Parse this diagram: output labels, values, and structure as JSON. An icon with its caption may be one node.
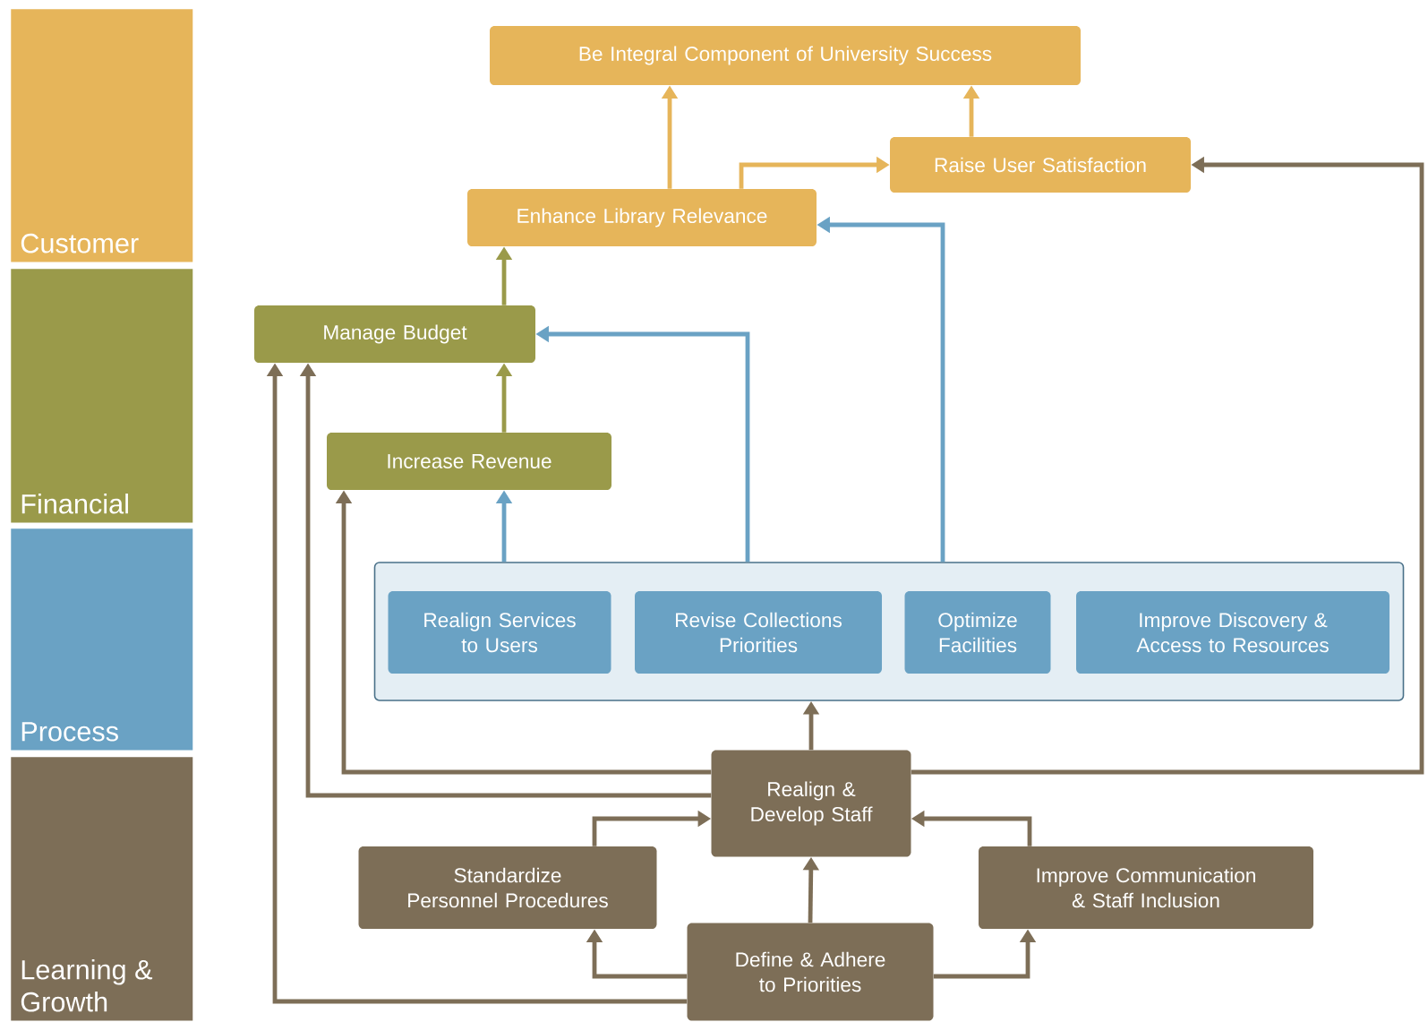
{
  "diagram": {
    "nodes": [
      {
        "text": [
          "Customer"
        ]
      },
      {
        "text": [
          "Financial"
        ]
      },
      {
        "text": [
          "Process"
        ]
      },
      {
        "text": [
          "Learning & Growth"
        ]
      },
      {
        "text": [
          "Be Integral Component of University Success"
        ]
      },
      {
        "text": [
          "Raise User Satisfaction"
        ]
      },
      {
        "text": [
          "Enhance Library Relevance"
        ]
      },
      {
        "text": [
          "Manage Budget"
        ]
      },
      {
        "text": [
          "Increase Revenue"
        ]
      },
      {
        "text": [],
        "shape": "box"
      },
      {
        "text": [
          "Realign Services to Users"
        ],
        "in": 9
      },
      {
        "text": [
          "Revise Collections Priorities"
        ],
        "in": 9
      },
      {
        "text": [
          "Optimize Facilities"
        ],
        "in": 9
      },
      {
        "text": [
          "Improve Discovery & Access to Resources"
        ],
        "in": 9
      },
      {
        "text": [
          "Realign & Develop Staff"
        ]
      },
      {
        "text": [
          "Standardize Personnel Procedures"
        ]
      },
      {
        "text": [
          "Improve Communication & Staff Inclusion"
        ]
      },
      {
        "text": [
          "Define & Adhere to Priorities"
        ]
      }
    ],
    "edges": [
      {
        "from": 6,
        "to": 4,
        "arrow": "to",
        "color": "#e6b55a"
      },
      {
        "from": 5,
        "to": 4,
        "arrow": "to",
        "color": "#e6b55a"
      },
      {
        "from": 6,
        "to": 5,
        "arrow": "to",
        "color": "#e6b55a"
      },
      {
        "from": 7,
        "to": 6,
        "arrow": "to",
        "color": "#9a9a4a"
      },
      {
        "from": 8,
        "to": 7,
        "arrow": "to",
        "color": "#9a9a4a"
      },
      {
        "from": 9,
        "to": 8,
        "arrow": "to",
        "color": "#6aa2c4"
      },
      {
        "from": 9,
        "to": 7,
        "arrow": "to",
        "color": "#6aa2c4"
      },
      {
        "from": 9,
        "to": 6,
        "arrow": "to",
        "color": "#6aa2c4"
      },
      {
        "from": 14,
        "to": 9,
        "arrow": "to"
      },
      {
        "from": 14,
        "to": 8,
        "arrow": "to"
      },
      {
        "from": 14,
        "to": 7,
        "arrow": "to"
      },
      {
        "from": 14,
        "to": 5,
        "arrow": "to"
      },
      {
        "from": 15,
        "to": 14,
        "arrow": "to"
      },
      {
        "from": 16,
        "to": 14,
        "arrow": "to"
      },
      {
        "from": 17,
        "to": 14,
        "arrow": "to"
      },
      {
        "from": 17,
        "to": 15,
        "arrow": "to"
      },
      {
        "from": 17,
        "to": 16,
        "arrow": "to"
      },
      {
        "from": 17,
        "to": 7,
        "arrow": "to"
      }
    ]
  }
}
